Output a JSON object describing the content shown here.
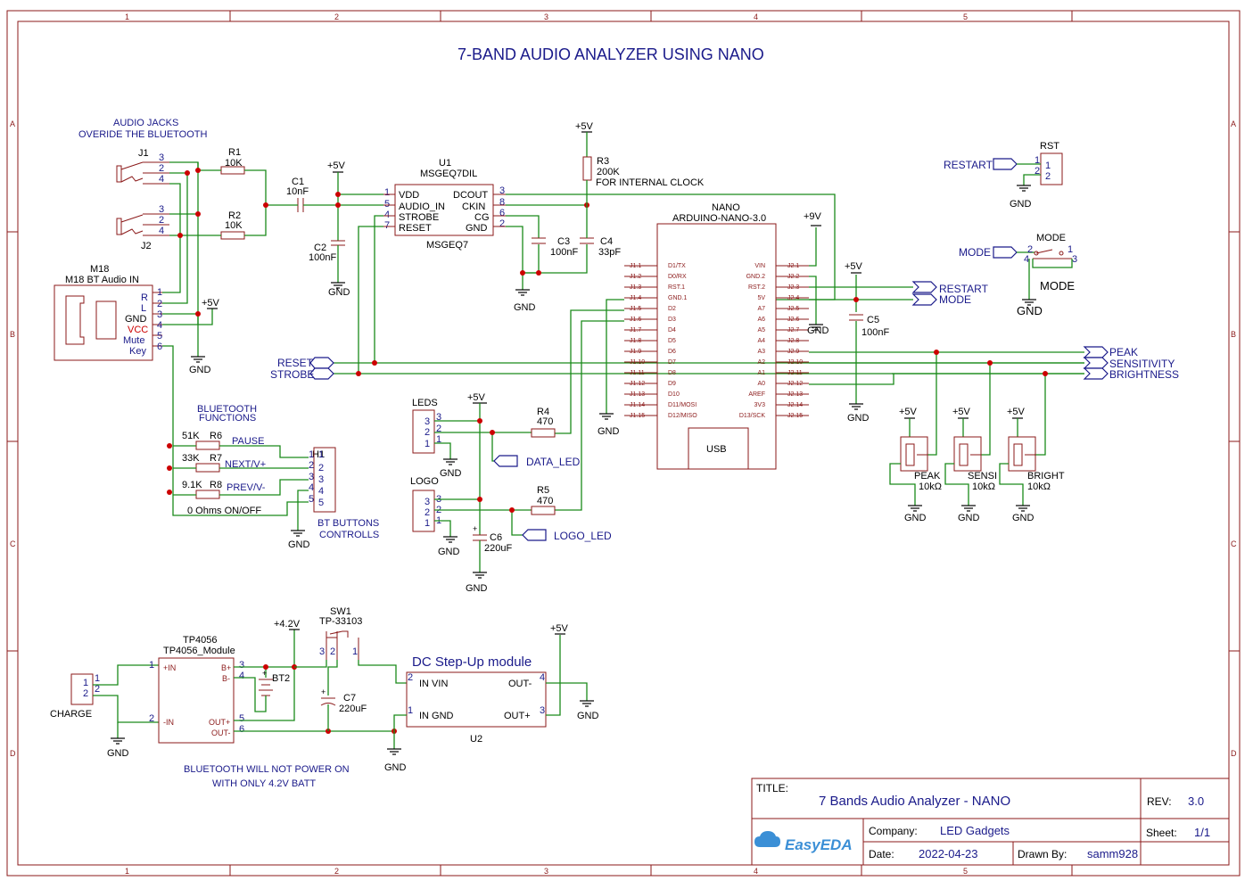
{
  "title": "7-BAND AUDIO ANALYZER USING NANO",
  "border": {
    "cols": [
      "1",
      "2",
      "3",
      "4",
      "5"
    ],
    "rows": [
      "A",
      "B",
      "C",
      "D"
    ]
  },
  "notes": {
    "audio_jacks_1": "AUDIO JACKS",
    "audio_jacks_2": "OVERIDE THE BLUETOOTH",
    "bt_functions_1": "BLUETOOTH",
    "bt_functions_2": "FUNCTIONS",
    "zero_ohms": "0 Ohms ON/OFF",
    "bt_buttons_1": "BT BUTTONS",
    "bt_buttons_2": "CONTROLLS",
    "bt_power_1": "BLUETOOTH WILL NOT POWER ON",
    "bt_power_2": "WITH ONLY 4.2V BATT",
    "internal_clock": "FOR INTERNAL CLOCK",
    "dc_stepup": "DC Step-Up module",
    "usb": "USB"
  },
  "components": {
    "J1": "J1",
    "J2": "J2",
    "R1": "R1",
    "R1v": "10K",
    "R2": "R2",
    "R2v": "10K",
    "C1": "C1",
    "C1v": "10nF",
    "C2": "C2",
    "C2v": "100nF",
    "C3": "C3",
    "C3v": "100nF",
    "C4": "C4",
    "C4v": "33pF",
    "C5": "C5",
    "C5v": "100nF",
    "C6": "C6",
    "C6v": "220uF",
    "C7": "C7",
    "C7v": "220uF",
    "R3": "R3",
    "R3v": "200K",
    "R4": "R4",
    "R4v": "470",
    "R5": "R5",
    "R5v": "470",
    "R6": "R6",
    "R6v": "51K",
    "R7": "R7",
    "R7v": "33K",
    "R8": "R8",
    "R8v": "9.1K",
    "U1": "U1",
    "U1v": "MSGEQ7DIL",
    "U1sub": "MSGEQ7",
    "M18": "M18",
    "M18v": "M18 BT Audio IN",
    "NANO": "NANO",
    "NANOv": "ARDUINO-NANO-3.0",
    "H1": "H1",
    "RST": "RST",
    "MODE_sw": "MODE",
    "MODE_lbl": "MODE",
    "LEDS": "LEDS",
    "LOGO": "LOGO",
    "PEAK": "PEAK",
    "PEAKv": "10kΩ",
    "SENSI": "SENSI",
    "SENSIv": "10kΩ",
    "BRIGHT": "BRIGHT",
    "BRIGHTv": "10kΩ",
    "TP4056": "TP4056",
    "TP4056v": "TP4056_Module",
    "SW1": "SW1",
    "SW1v": "TP-33103",
    "BT2": "BT2",
    "U2": "U2",
    "CHARGE": "CHARGE"
  },
  "pins": {
    "u1_left": [
      "VDD",
      "AUDIO_IN",
      "STROBE",
      "RESET"
    ],
    "u1_left_num": [
      "1",
      "5",
      "4",
      "7"
    ],
    "u1_right": [
      "DCOUT",
      "CKIN",
      "CG",
      "GND"
    ],
    "u1_right_num": [
      "3",
      "8",
      "6",
      "2"
    ],
    "m18": [
      "R",
      "L",
      "GND",
      "VCC",
      "Mute",
      "Key"
    ],
    "m18_num": [
      "1",
      "2",
      "3",
      "4",
      "5",
      "6"
    ],
    "jack": [
      "3",
      "2",
      "4"
    ],
    "h1": [
      "1",
      "2",
      "3",
      "4",
      "5"
    ],
    "nano_l_ext": [
      "J1.1",
      "J1.2",
      "J1.3",
      "J1.4",
      "J1.5",
      "J1.6",
      "J1.7",
      "J1.8",
      "J1.9",
      "J1.10",
      "J1.11",
      "J1.12",
      "J1.13",
      "J1.14",
      "J1.15"
    ],
    "nano_l": [
      "D1/TX",
      "D0/RX",
      "RST.1",
      "GND.1",
      "D2",
      "D3",
      "D4",
      "D5",
      "D6",
      "D7",
      "D8",
      "D9",
      "D10",
      "D11/MOSI",
      "D12/MISO"
    ],
    "nano_r": [
      "VIN",
      "GND.2",
      "RST.2",
      "5V",
      "A7",
      "A6",
      "A5",
      "A4",
      "A3",
      "A2",
      "A1",
      "A0",
      "AREF",
      "3V3",
      "D13/SCK"
    ],
    "nano_r_ext": [
      "J2.1",
      "J2.2",
      "J2.3",
      "J2.4",
      "J2.5",
      "J2.6",
      "J2.7",
      "J2.8",
      "J2.9",
      "J2.10",
      "J2.11",
      "J2.12",
      "J2.13",
      "J2.14",
      "J2.15"
    ],
    "tp_left": [
      "+IN",
      "-IN"
    ],
    "tp_right": [
      "B+",
      "B-",
      "OUT+",
      "OUT-"
    ],
    "tp_left_num": [
      "1",
      "2"
    ],
    "tp_right_num": [
      "3",
      "4",
      "5",
      "6"
    ],
    "u2_left": [
      "IN VIN",
      "IN GND"
    ],
    "u2_right": [
      "OUT-",
      "OUT+"
    ],
    "u2_left_num": [
      "2",
      "1"
    ],
    "u2_right_num": [
      "4",
      "3"
    ],
    "three": [
      "3",
      "2",
      "1"
    ],
    "two": [
      "1",
      "2"
    ]
  },
  "bt_funcs": [
    "PAUSE",
    "NEXT/V+",
    "PREV/V-"
  ],
  "power": {
    "p5v": "+5V",
    "p9v": "+9V",
    "p42v": "+4.2V",
    "gnd": "GND"
  },
  "nets": {
    "restart": "RESTART",
    "mode": "MODE",
    "reset": "RESET",
    "strobe": "STROBE",
    "data_led": "DATA_LED",
    "logo_led": "LOGO_LED",
    "peak": "PEAK",
    "sensitivity": "SENSITIVITY",
    "brightness": "BRIGHTNESS"
  },
  "title_block": {
    "title_lbl": "TITLE:",
    "title": "7 Bands Audio Analyzer - NANO",
    "rev_lbl": "REV:",
    "rev": "3.0",
    "company_lbl": "Company:",
    "company": "LED Gadgets",
    "sheet_lbl": "Sheet:",
    "sheet": "1/1",
    "date_lbl": "Date:",
    "date": "2022-04-23",
    "drawn_lbl": "Drawn By:",
    "drawn": "samm928",
    "logo": "EasyEDA"
  },
  "colors": {
    "wire": "#1a8a1a",
    "body": "#8b1a1a",
    "text": "#1a1a8a",
    "junction": "#cc0000"
  }
}
